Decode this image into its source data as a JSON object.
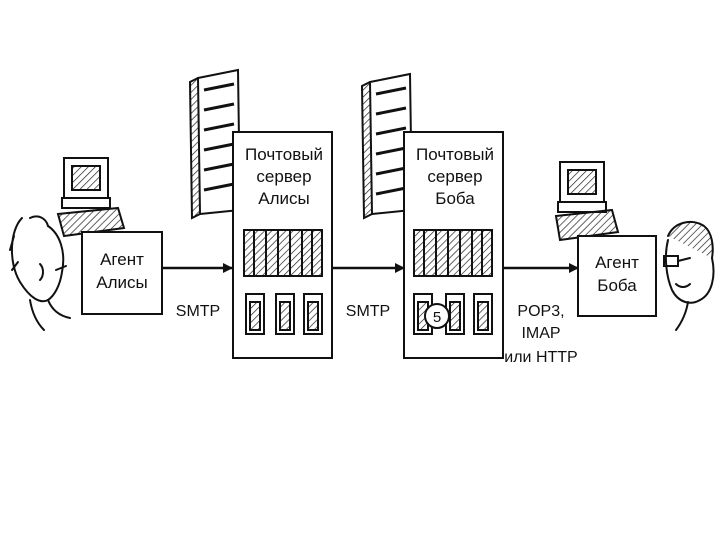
{
  "alice_agent": {
    "label_line1": "Агент",
    "label_line2": "Алисы"
  },
  "alice_server": {
    "label_line1": "Почтовый",
    "label_line2": "сервер",
    "label_line3": "Алисы"
  },
  "bob_server": {
    "label_line1": "Почтовый",
    "label_line2": "сервер",
    "label_line3": "Боба",
    "mailbox_number": "5"
  },
  "bob_agent": {
    "label_line1": "Агент",
    "label_line2": "Боба"
  },
  "links": {
    "alice_to_server": "SMTP",
    "server_to_server": "SMTP",
    "server_to_bob_line1": "POP3,",
    "server_to_bob_line2": "IMAP",
    "server_to_bob_line3": "или HTTP"
  },
  "colors": {
    "ink": "#111111",
    "paper": "#ffffff"
  }
}
